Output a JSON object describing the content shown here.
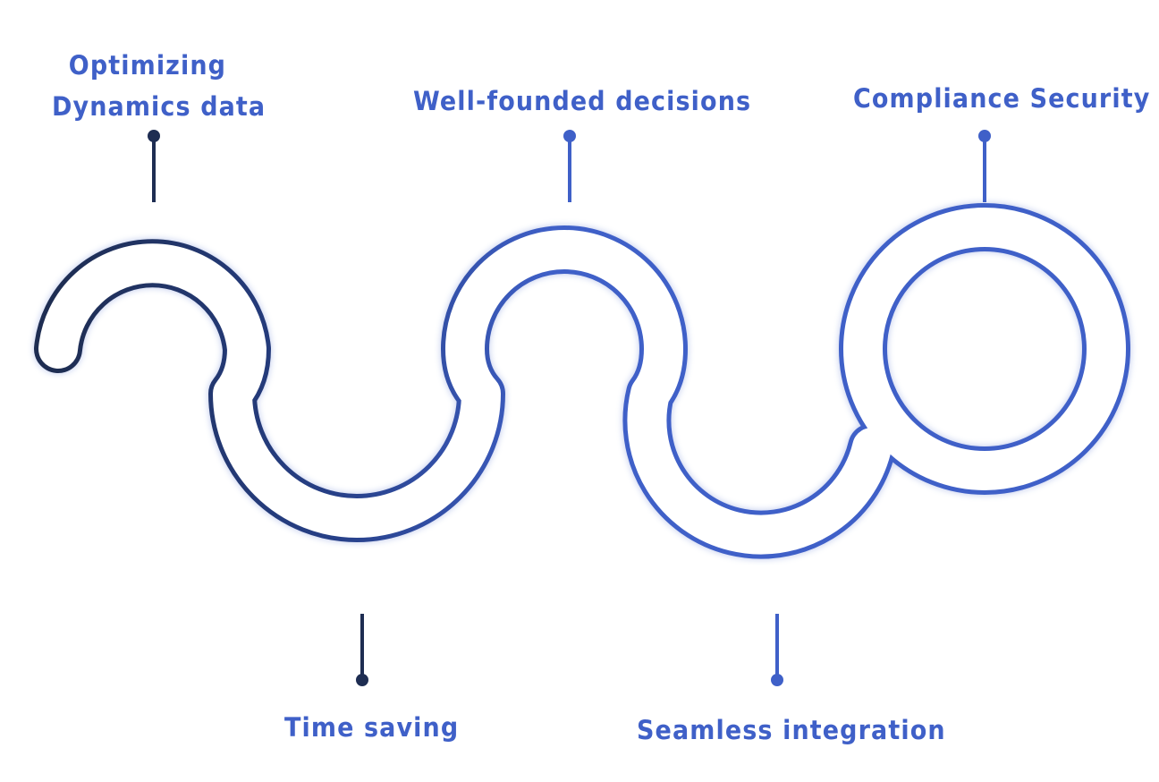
{
  "colors": {
    "dark_navy": "#1e2d52",
    "blue": "#3f60c8",
    "label_blue": "#3f60c8"
  },
  "milestones": [
    {
      "lines": [
        "Optimizing",
        "Dynamics data"
      ]
    },
    {
      "lines": [
        "Time saving"
      ]
    },
    {
      "lines": [
        "Well-founded decisions"
      ]
    },
    {
      "lines": [
        "Seamless integration"
      ]
    },
    {
      "lines": [
        "Compliance Security"
      ]
    }
  ]
}
